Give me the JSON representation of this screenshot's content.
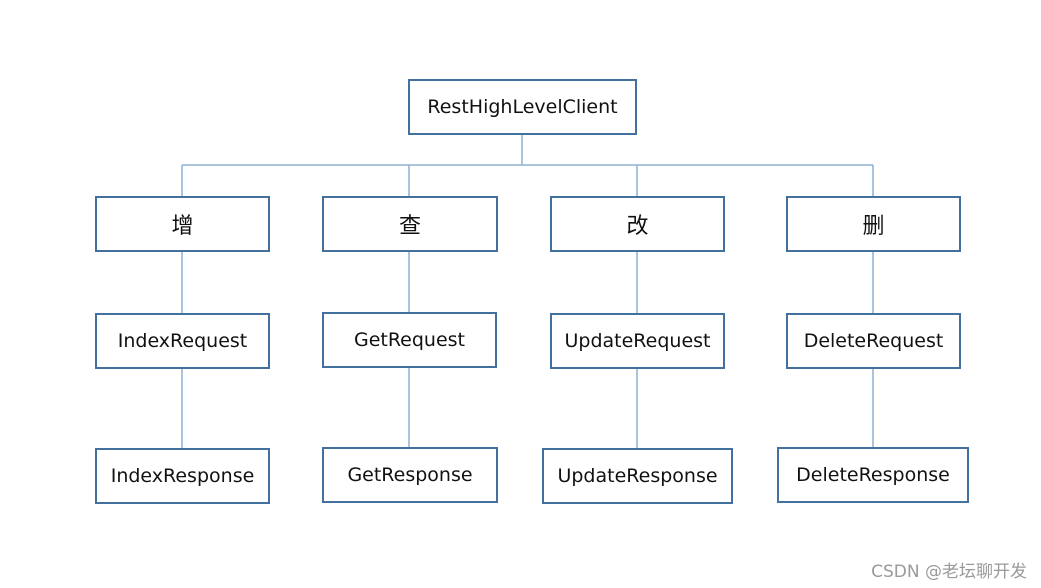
{
  "diagram": {
    "root": "RestHighLevelClient",
    "operations": [
      {
        "label": "增",
        "request": "IndexRequest",
        "response": "IndexResponse"
      },
      {
        "label": "查",
        "request": "GetRequest",
        "response": "GetResponse"
      },
      {
        "label": "改",
        "request": "UpdateRequest",
        "response": "UpdateResponse"
      },
      {
        "label": "删",
        "request": "DeleteRequest",
        "response": "DeleteResponse"
      }
    ],
    "colors": {
      "box_border": "#41719c",
      "connector": "#8fb0d3"
    }
  },
  "watermark": "CSDN @老坛聊开发"
}
